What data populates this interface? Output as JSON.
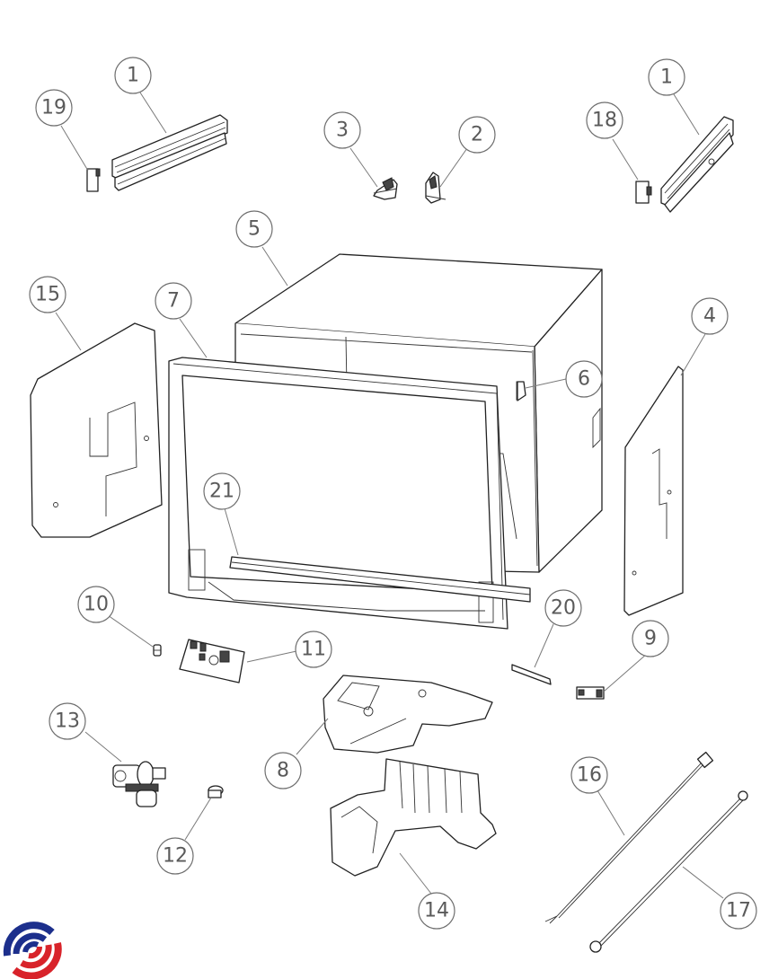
{
  "diagram": {
    "title": "Dishwasher cabinet exploded parts view",
    "logo": {
      "icon": "brand-logo-icon",
      "colors": {
        "primary": "#1c2f8c",
        "secondary": "#d8232a"
      }
    },
    "callouts": [
      {
        "id": "1a",
        "label": "1",
        "part": "rack-rail-left"
      },
      {
        "id": "1b",
        "label": "1",
        "part": "rack-rail-right"
      },
      {
        "id": "2",
        "label": "2",
        "part": "hinge-bracket-right"
      },
      {
        "id": "3",
        "label": "3",
        "part": "hinge-bracket-left"
      },
      {
        "id": "4",
        "label": "4",
        "part": "side-panel-right"
      },
      {
        "id": "5",
        "label": "5",
        "part": "cabinet-tub"
      },
      {
        "id": "6",
        "label": "6",
        "part": "side-clip"
      },
      {
        "id": "7",
        "label": "7",
        "part": "door-gasket-frame"
      },
      {
        "id": "8",
        "label": "8",
        "part": "base-cover"
      },
      {
        "id": "9",
        "label": "9",
        "part": "door-switch"
      },
      {
        "id": "10",
        "label": "10",
        "part": "fuse"
      },
      {
        "id": "11",
        "label": "11",
        "part": "control-board"
      },
      {
        "id": "12",
        "label": "12",
        "part": "hose-clamp"
      },
      {
        "id": "13",
        "label": "13",
        "part": "inlet-valve"
      },
      {
        "id": "14",
        "label": "14",
        "part": "base-frame"
      },
      {
        "id": "15",
        "label": "15",
        "part": "side-panel-left"
      },
      {
        "id": "16",
        "label": "16",
        "part": "power-cord"
      },
      {
        "id": "17",
        "label": "17",
        "part": "inlet-hose"
      },
      {
        "id": "18",
        "label": "18",
        "part": "rail-end-cap-right"
      },
      {
        "id": "19",
        "label": "19",
        "part": "rail-end-cap-left"
      },
      {
        "id": "20",
        "label": "20",
        "part": "bottom-seal-strip"
      },
      {
        "id": "21",
        "label": "21",
        "part": "lower-gasket"
      }
    ]
  }
}
